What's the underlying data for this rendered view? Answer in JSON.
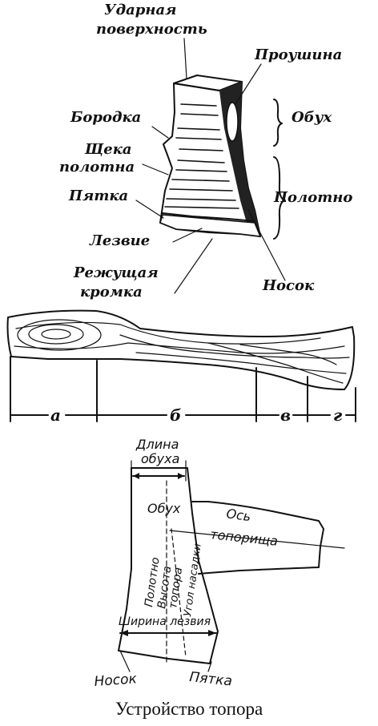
{
  "figure1": {
    "labels": {
      "udarnaya_1": "Ударная",
      "udarnaya_2": "поверхность",
      "proushina": "Проушина",
      "borodka": "Бородка",
      "obukh": "Обух",
      "shcheka_1": "Щека",
      "shcheka_2": "полотна",
      "polotno": "Полотно",
      "pyatka": "Пятка",
      "lezvie": "Лезвие",
      "rezh_1": "Режущая",
      "rezh_2": "кромка",
      "nosok": "Носок"
    }
  },
  "figure2": {
    "segments": [
      "а",
      "б",
      "в",
      "г"
    ]
  },
  "figure3": {
    "labels": {
      "dlina_1": "Длина",
      "dlina_2": "обуха",
      "obukh": "Обух",
      "os_1": "Ось",
      "os_2": "топорища",
      "polotno": "Полотно",
      "vysota_1": "Высота",
      "vysota_2": "топора",
      "ugol": "Угол насадки",
      "shirina": "Ширина лезвия",
      "nosok": "Носок",
      "pyatka": "Пятка"
    }
  },
  "caption": "Устройство топора"
}
